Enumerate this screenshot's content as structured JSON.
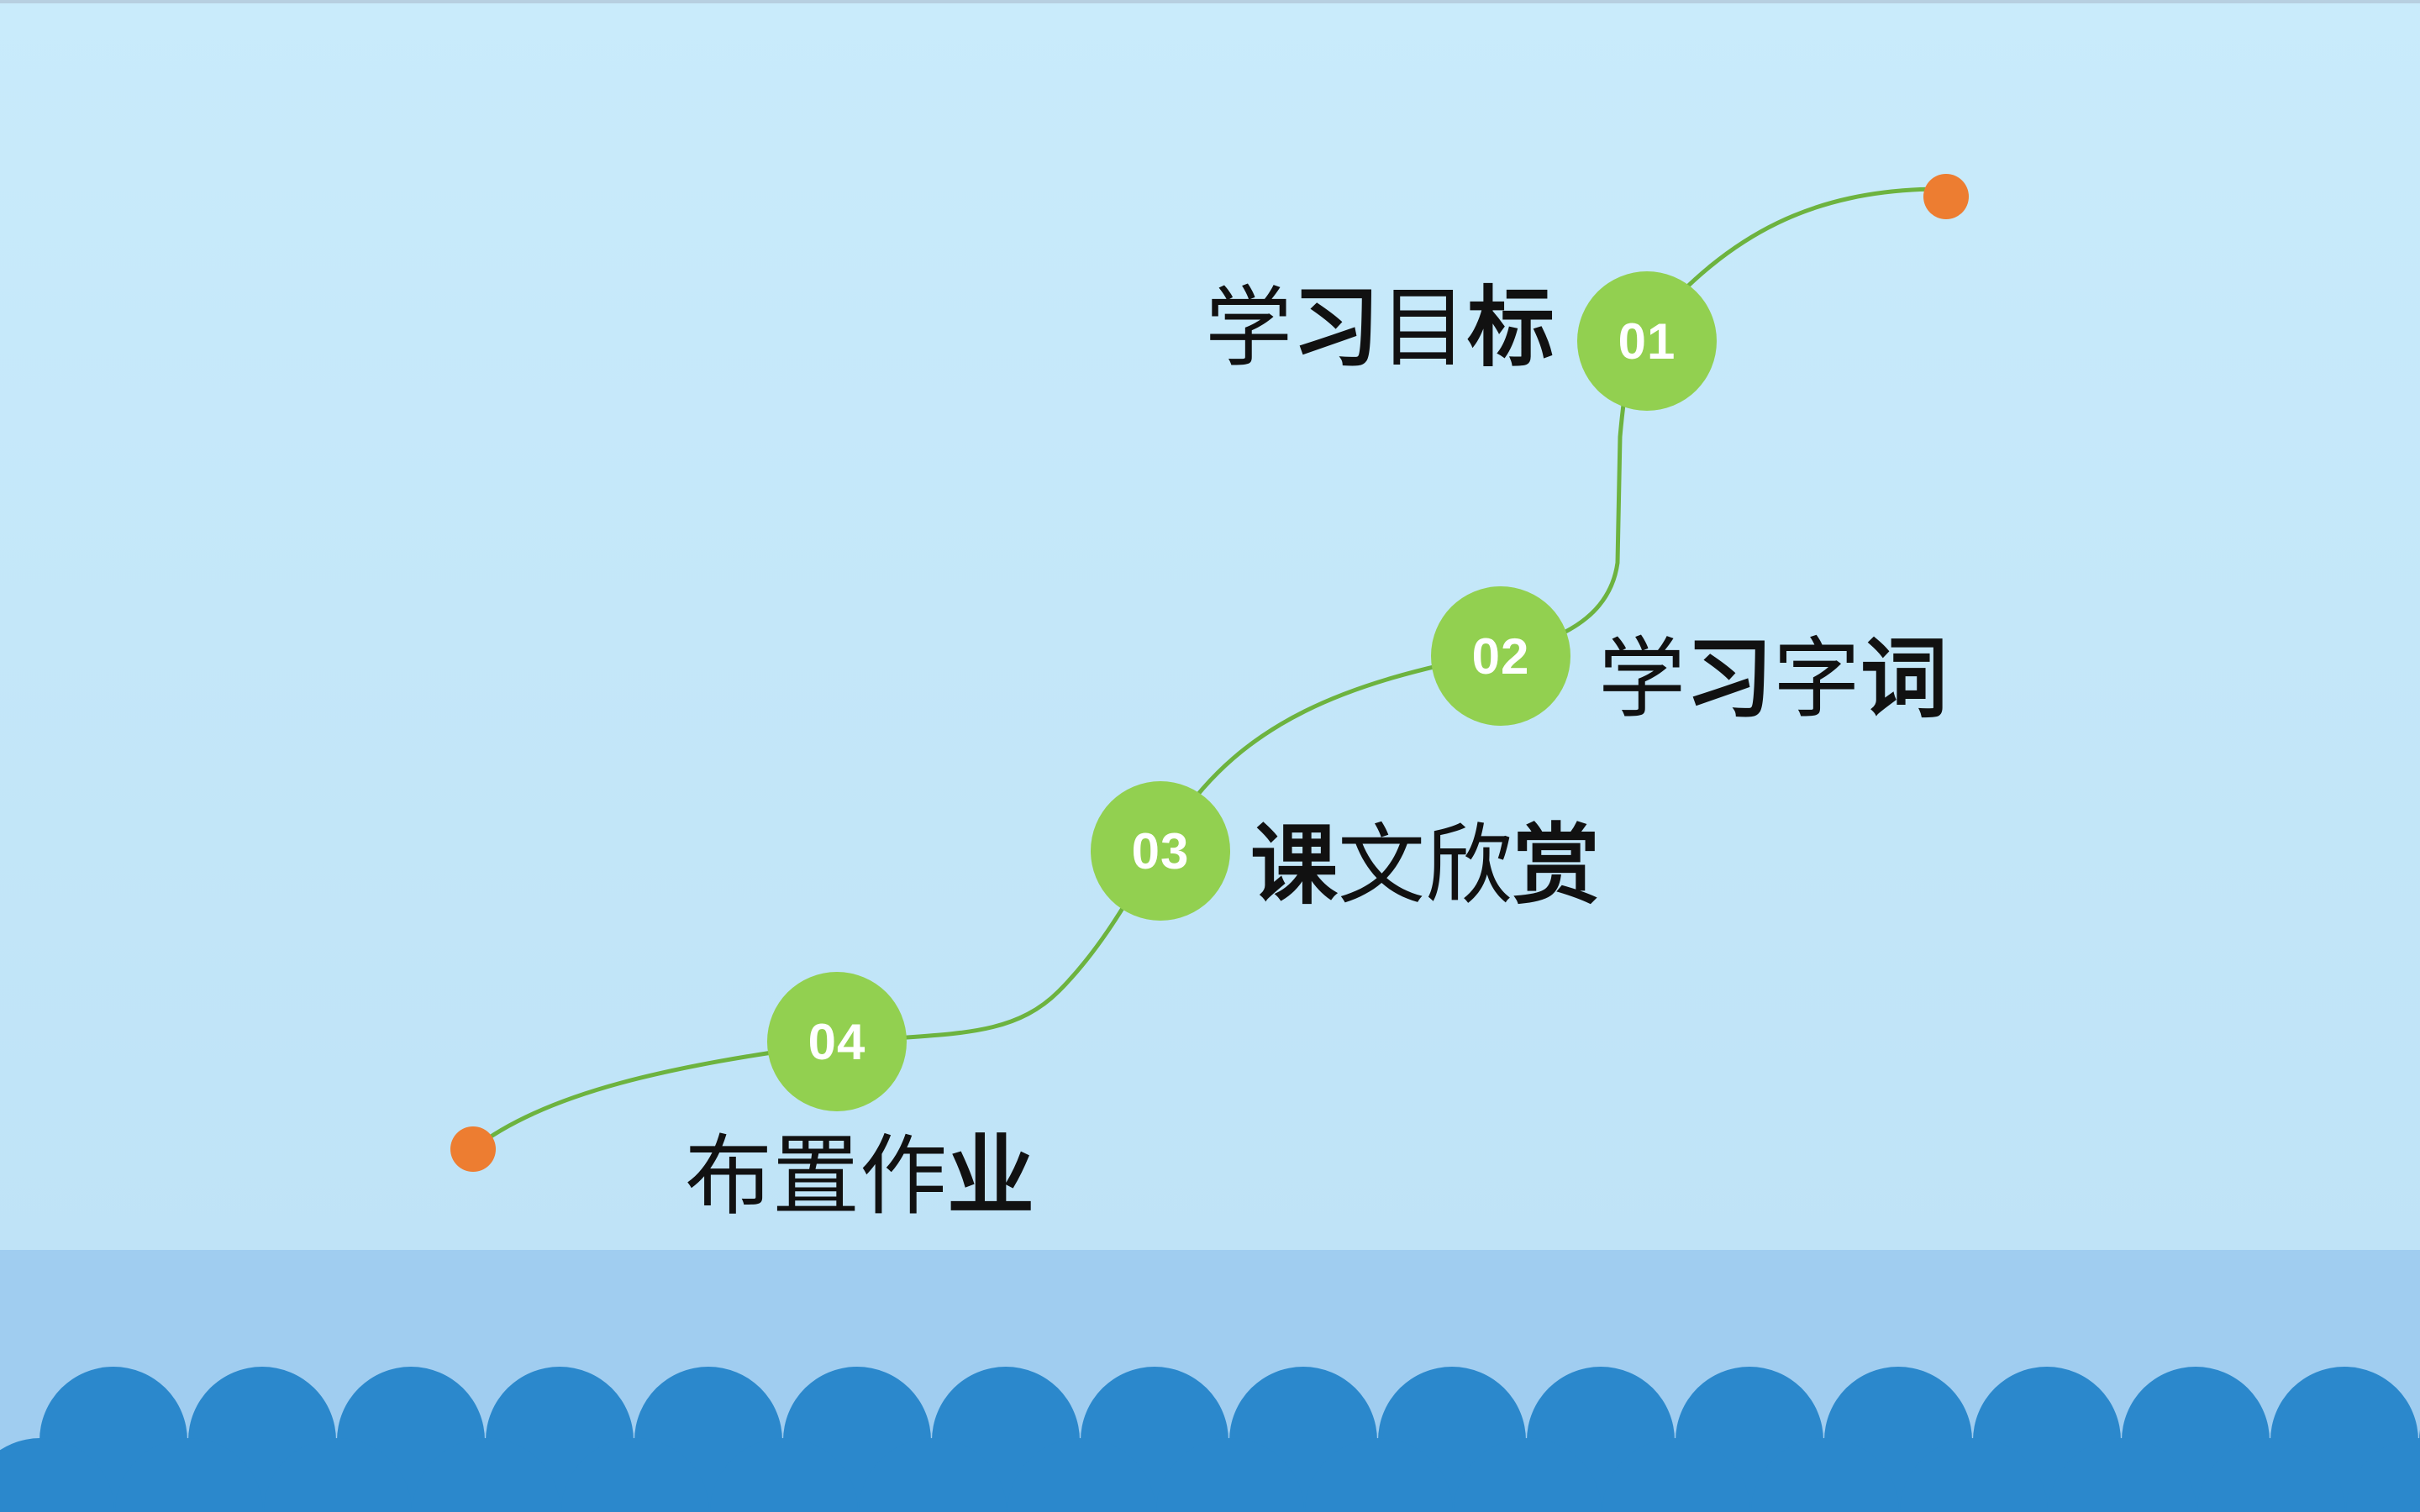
{
  "steps": [
    {
      "number": "01",
      "title": "学习目标"
    },
    {
      "number": "02",
      "title": "学习字词"
    },
    {
      "number": "03",
      "title": "课文欣赏"
    },
    {
      "number": "04",
      "title": "布置作业"
    }
  ],
  "colors": {
    "background_top": "#c9ebfb",
    "background_bottom": "#bfe3f7",
    "water_band": "#a0cdf0",
    "waves": "#2b88cc",
    "path_line": "#6db33f",
    "node_fill": "#92d050",
    "endpoint": "#ed7d31",
    "node_text": "#ffffff",
    "title_text": "#111111"
  }
}
